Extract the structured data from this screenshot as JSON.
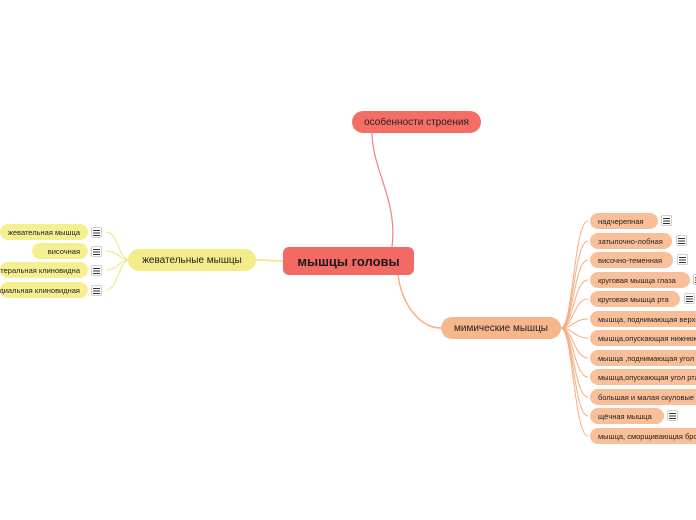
{
  "central": {
    "label": "мышцы головы"
  },
  "branches": {
    "top": {
      "label": "особенности строения"
    },
    "left": {
      "label": "жевательные мышцы",
      "items": [
        {
          "label": "жевательная мышца"
        },
        {
          "label": "височная"
        },
        {
          "label": "латеральная клиновидна"
        },
        {
          "label": "медиальная клиновидная"
        }
      ]
    },
    "right": {
      "label": "мимические мышцы",
      "items": [
        {
          "label": "надчерепная"
        },
        {
          "label": "затылочно-лобная"
        },
        {
          "label": "височно-теменная"
        },
        {
          "label": "круговая мышца глаза"
        },
        {
          "label": "круговая мышца рта"
        },
        {
          "label": "мышца, поднимающая верхнюю губу"
        },
        {
          "label": "мышца,опускающая нижнюю губу"
        },
        {
          "label": "мышца ,поднимающая угол рта"
        },
        {
          "label": "мышца,опускающая угол рта"
        },
        {
          "label": "большая и малая скуловые мышцы"
        },
        {
          "label": "щёчная мышца"
        },
        {
          "label": "мышца, сморщивающая бровь"
        }
      ]
    }
  },
  "colors": {
    "central": "#f26a63",
    "top_branch": "#f56e66",
    "left_branch": "#f4ec8a",
    "right_branch": "#f7b68b",
    "connector_red": "#f08080",
    "connector_yellow": "#efe67a",
    "connector_orange": "#f6ad7c"
  },
  "icons": {
    "note": "note-lines-icon"
  }
}
